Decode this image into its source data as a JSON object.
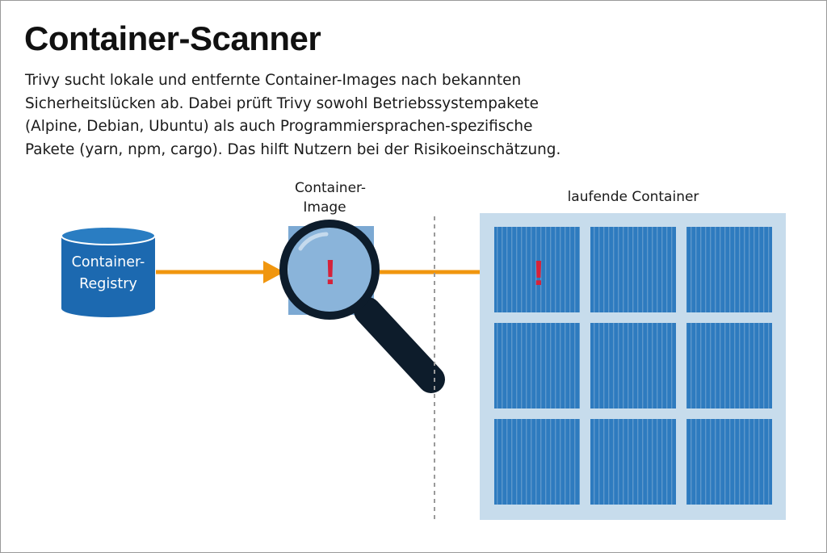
{
  "title": "Container-Scanner",
  "description": [
    "Trivy sucht lokale und entfernte Container-Images nach bekannten",
    "Sicherheitslücken ab. Dabei prüft Trivy sowohl Betriebssystempakete",
    "(Alpine, Debian, Ubuntu) als auch Programmiersprachen-spezifische",
    "Pakete (yarn, npm, cargo). Das hilft Nutzern bei der Risikoeinschätzung."
  ],
  "registry": {
    "line1": "Container-",
    "line2": "Registry"
  },
  "image": {
    "line1": "Container-",
    "line2": "Image"
  },
  "containers": {
    "label": "laufende Container"
  },
  "alert_symbol": "!",
  "colors": {
    "arrow": "#f0960f",
    "container_blue": "#2e7bbf",
    "panel": "#c7dcec",
    "alert": "#d5223a",
    "magnifier": "#0d1c2b"
  }
}
